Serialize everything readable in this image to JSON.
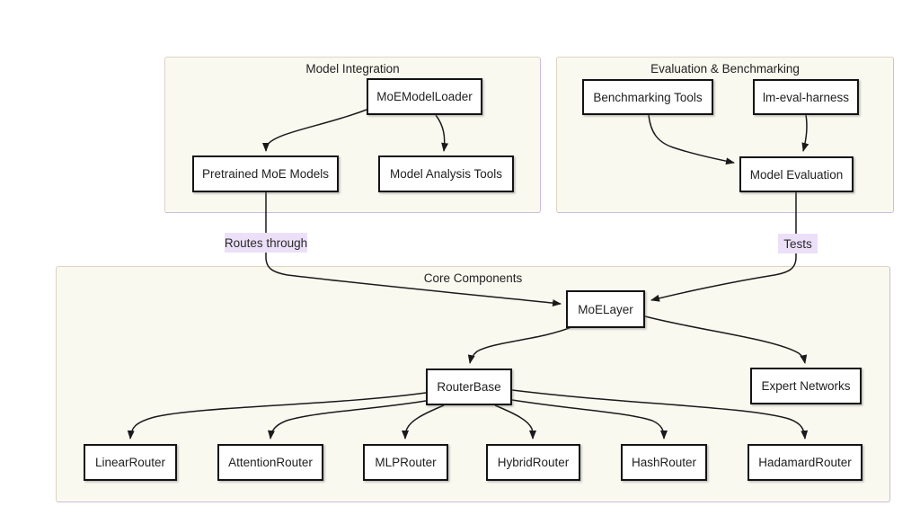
{
  "clusters": {
    "model_integration": {
      "title": "Model Integration"
    },
    "evaluation_benchmarking": {
      "title": "Evaluation & Benchmarking"
    },
    "core_components": {
      "title": "Core Components"
    }
  },
  "nodes": {
    "moe_model_loader": {
      "label": "MoEModelLoader"
    },
    "pretrained_moe_models": {
      "label": "Pretrained MoE Models"
    },
    "model_analysis_tools": {
      "label": "Model Analysis Tools"
    },
    "benchmarking_tools": {
      "label": "Benchmarking Tools"
    },
    "lm_eval_harness": {
      "label": "lm-eval-harness"
    },
    "model_evaluation": {
      "label": "Model Evaluation"
    },
    "moe_layer": {
      "label": "MoELayer"
    },
    "router_base": {
      "label": "RouterBase"
    },
    "expert_networks": {
      "label": "Expert Networks"
    },
    "linear_router": {
      "label": "LinearRouter"
    },
    "attention_router": {
      "label": "AttentionRouter"
    },
    "mlp_router": {
      "label": "MLPRouter"
    },
    "hybrid_router": {
      "label": "HybridRouter"
    },
    "hash_router": {
      "label": "HashRouter"
    },
    "hadamard_router": {
      "label": "HadamardRouter"
    }
  },
  "edge_labels": {
    "routes_through": {
      "label": "Routes through"
    },
    "tests": {
      "label": "Tests"
    }
  },
  "edges": [
    {
      "from": "MoEModelLoader",
      "to": "Pretrained MoE Models"
    },
    {
      "from": "MoEModelLoader",
      "to": "Model Analysis Tools"
    },
    {
      "from": "Benchmarking Tools",
      "to": "Model Evaluation"
    },
    {
      "from": "lm-eval-harness",
      "to": "Model Evaluation"
    },
    {
      "from": "Pretrained MoE Models",
      "to": "MoELayer",
      "label": "Routes through"
    },
    {
      "from": "Model Evaluation",
      "to": "MoELayer",
      "label": "Tests"
    },
    {
      "from": "MoELayer",
      "to": "RouterBase"
    },
    {
      "from": "MoELayer",
      "to": "Expert Networks"
    },
    {
      "from": "RouterBase",
      "to": "LinearRouter"
    },
    {
      "from": "RouterBase",
      "to": "AttentionRouter"
    },
    {
      "from": "RouterBase",
      "to": "MLPRouter"
    },
    {
      "from": "RouterBase",
      "to": "HybridRouter"
    },
    {
      "from": "RouterBase",
      "to": "HashRouter"
    },
    {
      "from": "RouterBase",
      "to": "HadamardRouter"
    }
  ],
  "colors": {
    "cluster_fill": "#faf9f0",
    "cluster_border_top": "#ddd5c2",
    "cluster_border_side": "#c9bedb",
    "node_fill": "#ffffff",
    "node_border": "#141414",
    "edge": "#1a1a1a",
    "edge_label_bg": "#ece0f8",
    "text": "#1f1f1f"
  }
}
